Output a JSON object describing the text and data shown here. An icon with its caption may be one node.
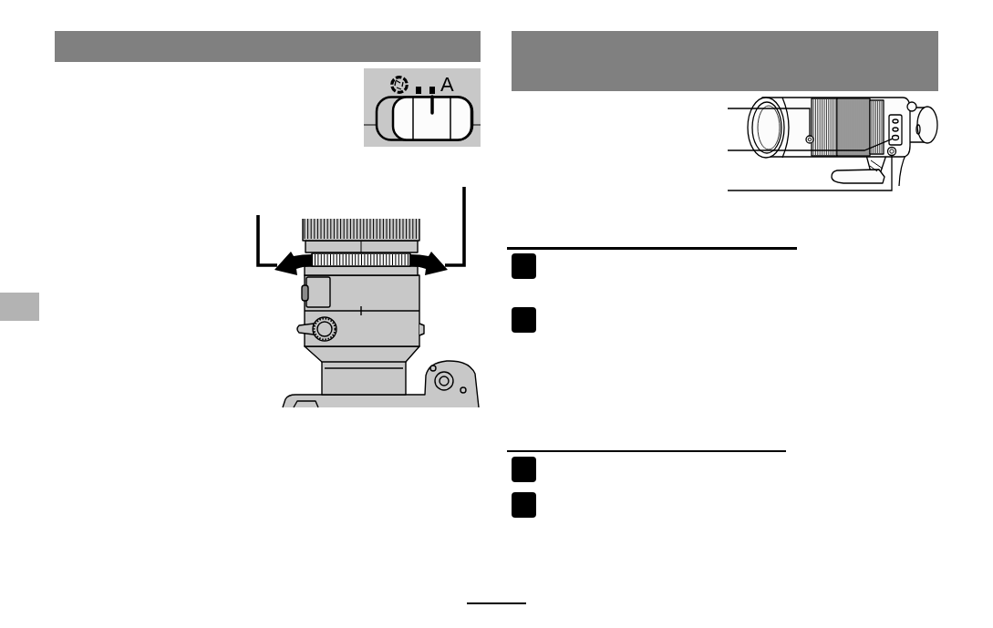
{
  "diagram": {
    "nodes": [
      {
        "text": [],
        "shape": "arrow"
      },
      {
        "text": [],
        "shape": "arrow"
      },
      {
        "text": [],
        "shape": "circle"
      },
      {
        "text": [],
        "shape": "oval"
      },
      {
        "text": [],
        "shape": "circle"
      }
    ],
    "edges": [
      {
        "from": null,
        "to": 0,
        "arrow": "none",
        "style": "thick"
      },
      {
        "from": null,
        "to": 1,
        "arrow": "none",
        "style": "thick"
      },
      {
        "from": null,
        "to": 2,
        "arrow": "none"
      },
      {
        "from": null,
        "to": 3,
        "arrow": "none"
      },
      {
        "from": null,
        "to": 4,
        "arrow": "none"
      }
    ],
    "labels": [
      "A"
    ]
  }
}
